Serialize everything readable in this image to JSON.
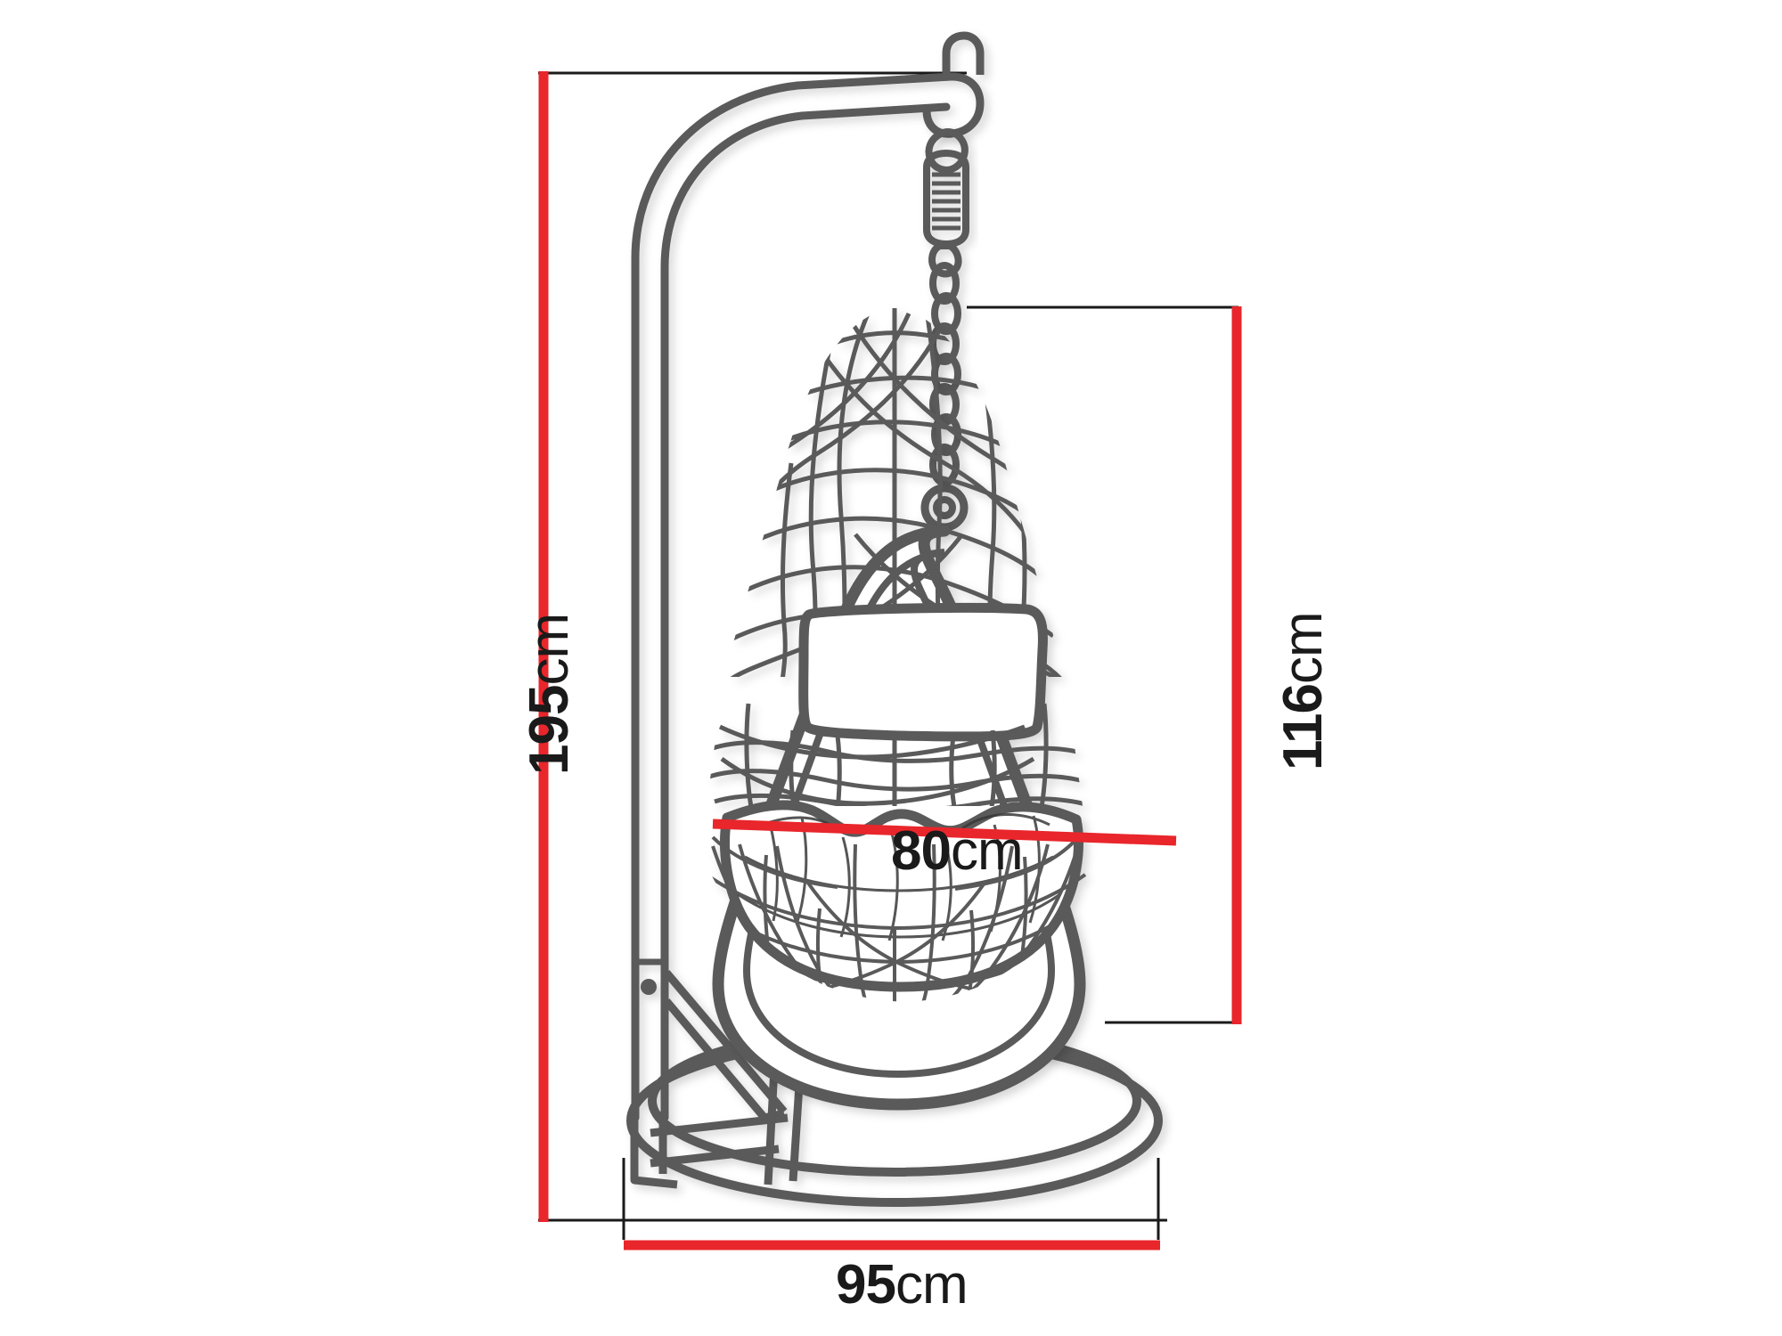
{
  "drawing": {
    "title": "Hanging egg chair with stand - dimensioned technical drawing",
    "background_color": "#ffffff",
    "line_color": "#5a5a5a",
    "dimension_line_color": "#e8262b",
    "extension_line_color": "#1a1a1a",
    "text_color": "#1a1a1a"
  },
  "dimensions": {
    "height": {
      "value": "195",
      "unit": "cm",
      "orientation": "vertical",
      "position": "left"
    },
    "chair_height": {
      "value": "116",
      "unit": "cm",
      "orientation": "vertical",
      "position": "right"
    },
    "seat_width": {
      "value": "80",
      "unit": "cm",
      "orientation": "horizontal",
      "position": "center"
    },
    "base_width": {
      "value": "95",
      "unit": "cm",
      "orientation": "horizontal",
      "position": "bottom"
    }
  },
  "parts": {
    "stand_post": "stand-vertical-post",
    "stand_arm": "stand-curved-arm",
    "stand_base": "stand-elliptical-base",
    "stand_brace": "stand-diagonal-brace",
    "hook": "ceiling-hook",
    "spring": "tension-spring",
    "chain": "suspension-chain",
    "chair_ring": "chair-suspension-ring",
    "chair_frame": "chair-rattan-frame",
    "weave": "rattan-weave-pattern",
    "pillow": "back-pillow",
    "cushion": "seat-cushion"
  }
}
